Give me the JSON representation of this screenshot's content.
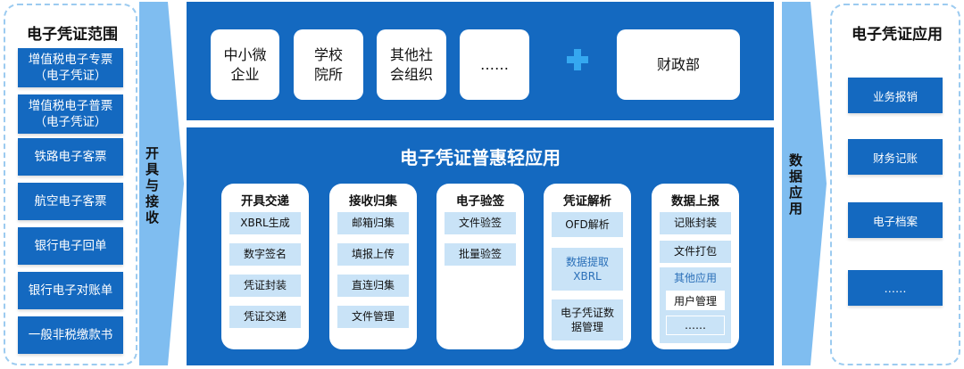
{
  "left": {
    "title": "电子凭证范围",
    "items": [
      "增值税电子专票\n（电子凭证）",
      "增值税电子普票\n（电子凭证）",
      "铁路电子客票",
      "航空电子客票",
      "银行电子回单",
      "银行电子对账单",
      "一般非税缴款书"
    ]
  },
  "left_arrow": {
    "label": "开具与接收"
  },
  "top": {
    "entities": [
      "中小微\n企业",
      "学校\n院所",
      "其他社\n会组织",
      "……"
    ],
    "finance": "财政部"
  },
  "bottom": {
    "title": "电子凭证普惠轻应用",
    "modules": [
      {
        "title": "开具交递",
        "items": [
          "XBRL生成",
          "数字签名",
          "凭证封装",
          "凭证交递"
        ]
      },
      {
        "title": "接收归集",
        "items": [
          "邮箱归集",
          "填报上传",
          "直连归集",
          "文件管理"
        ]
      },
      {
        "title": "电子验签",
        "items": [
          "文件验签",
          "批量验签"
        ]
      },
      {
        "title": "凭证解析",
        "items": [
          "OFD解析",
          "数据提取\nXBRL",
          "电子凭证数\n据管理"
        ]
      },
      {
        "title": "数据上报",
        "items": [
          "记账封装",
          "文件打包"
        ],
        "group": {
          "title": "其他应用",
          "items": [
            "用户管理",
            "……"
          ]
        }
      }
    ]
  },
  "right_arrow": {
    "label": "数据应用"
  },
  "right": {
    "title": "电子凭证应用",
    "items": [
      "业务报销",
      "财务记账",
      "电子档案",
      "……"
    ]
  },
  "colors": {
    "primary": "#1469c0",
    "arrow": "#7fbdf0",
    "light": "#c9e3f7",
    "border": "#9ccbf0"
  }
}
